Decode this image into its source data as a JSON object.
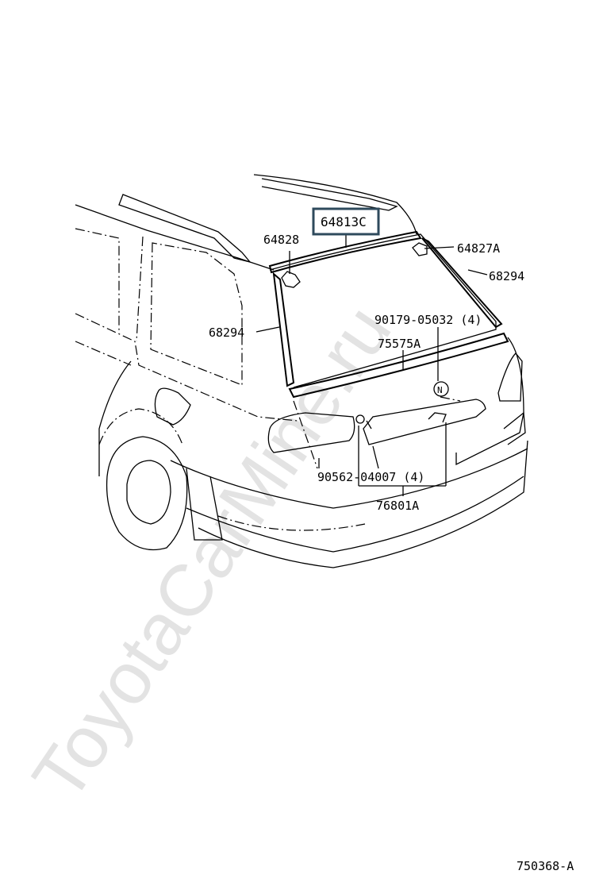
{
  "watermark": "ToyotaCarMine.ru",
  "diagram_code": "750368-A",
  "highlight": {
    "label": "64813C",
    "color": "#2e4a5c"
  },
  "labels": {
    "p64828": "64828",
    "p64827a": "64827A",
    "p68294_right": "68294",
    "p68294_left": "68294",
    "p90179": "90179-05032 (4)",
    "p75575a": "75575A",
    "p90562": "90562-04007 (4)",
    "p76801a": "76801A"
  },
  "symbol": "N"
}
